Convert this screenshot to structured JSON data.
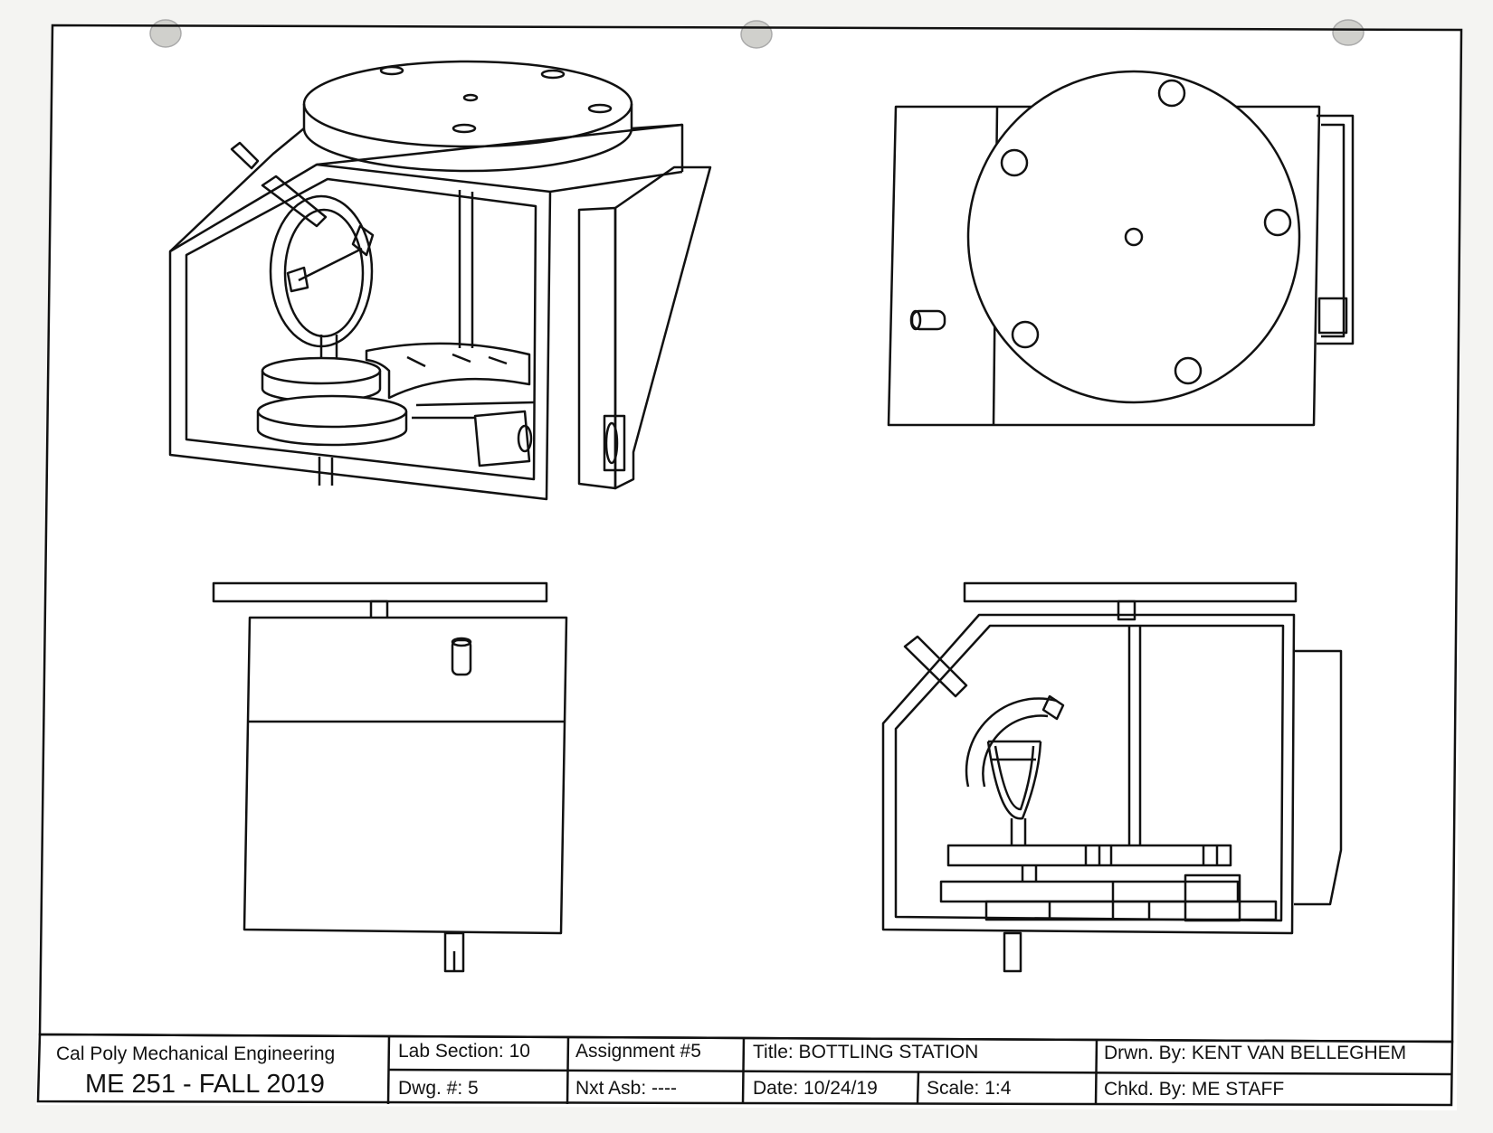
{
  "title_block": {
    "school": "Cal Poly Mechanical Engineering",
    "course": "ME 251 - FALL 2019",
    "lab_section": "Lab Section: 10",
    "dwg_no": "Dwg. #: 5",
    "assignment": "Assignment #5",
    "nxt_asb": "Nxt Asb:  ----",
    "title": "Title: BOTTLING STATION",
    "date": "Date: 10/24/19",
    "scale": "Scale: 1:4",
    "drawn_by": "Drwn. By: KENT VAN BELLEGHEM",
    "checked_by": "Chkd. By: ME STAFF"
  },
  "colors": {
    "paper": "#f4f4f2",
    "sheet": "#ffffff",
    "ink": "#111111",
    "punch_hole": "#c8c8c4"
  },
  "views": [
    "isometric-view",
    "top-view",
    "front-view",
    "side-view"
  ]
}
